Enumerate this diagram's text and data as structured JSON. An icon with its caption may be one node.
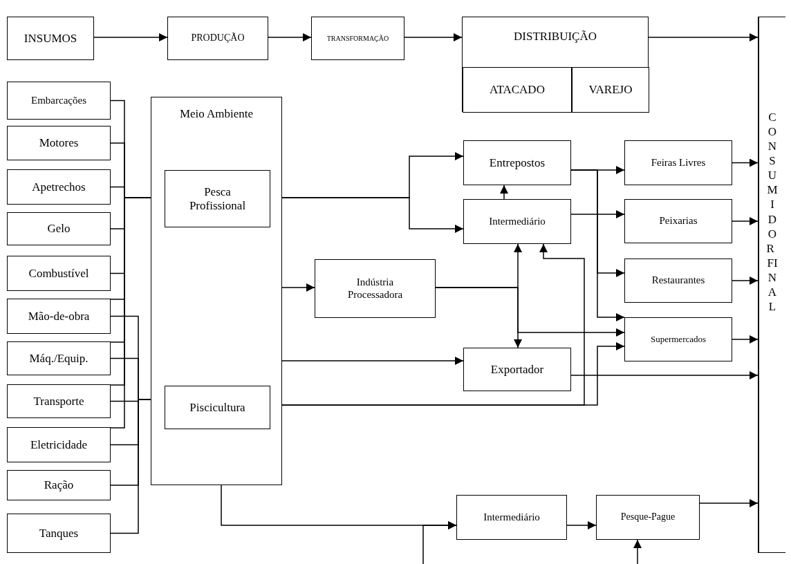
{
  "diagram": {
    "nodes": [
      {
        "text": [
          "INSUMOS"
        ]
      },
      {
        "text": [
          "PRODUÇÃO"
        ]
      },
      {
        "text": [
          "TRANSFORMAÇÃO"
        ]
      },
      {
        "text": [
          "DISTRIBUIÇÃO"
        ]
      },
      {
        "text": [
          "ATACADO"
        ],
        "in": 3
      },
      {
        "text": [
          "VAREJO"
        ],
        "in": 3
      },
      {
        "text": [
          "CONSUMIDOR FINAL"
        ]
      },
      {
        "text": [
          "Embarcações"
        ]
      },
      {
        "text": [
          "Motores"
        ]
      },
      {
        "text": [
          "Apetrechos"
        ]
      },
      {
        "text": [
          "Gelo"
        ]
      },
      {
        "text": [
          "Combustível"
        ]
      },
      {
        "text": [
          "Mão-de-obra"
        ]
      },
      {
        "text": [
          "Máq./Equip."
        ]
      },
      {
        "text": [
          "Transporte"
        ]
      },
      {
        "text": [
          "Eletricidade"
        ]
      },
      {
        "text": [
          "Ração"
        ]
      },
      {
        "text": [
          "Tanques"
        ]
      },
      {
        "text": [
          "Meio Ambiente"
        ]
      },
      {
        "text": [
          "Pesca Profissional"
        ],
        "in": 18
      },
      {
        "text": [
          "Piscicultura"
        ],
        "in": 18
      },
      {
        "text": [
          "Indústria Processadora"
        ]
      },
      {
        "text": [
          "Entrepostos"
        ]
      },
      {
        "text": [
          "Intermediário"
        ]
      },
      {
        "text": [
          "Exportador"
        ]
      },
      {
        "text": [
          "Feiras Livres"
        ]
      },
      {
        "text": [
          "Peixarias"
        ]
      },
      {
        "text": [
          "Restaurantes"
        ]
      },
      {
        "text": [
          "Supermercados"
        ]
      },
      {
        "text": [
          "Intermediário"
        ]
      },
      {
        "text": [
          "Pesque-Pague"
        ]
      }
    ],
    "edges": [
      {
        "from": 0,
        "to": 1,
        "arrow": "to"
      },
      {
        "from": 1,
        "to": 2,
        "arrow": "to"
      },
      {
        "from": 2,
        "to": 3,
        "arrow": "to"
      },
      {
        "from": 3,
        "to": 6,
        "arrow": "to"
      },
      {
        "from": 7,
        "to": 19,
        "arrow": "to"
      },
      {
        "from": 8,
        "to": 19,
        "arrow": "to"
      },
      {
        "from": 9,
        "to": 19,
        "arrow": "to"
      },
      {
        "from": 10,
        "to": 19,
        "arrow": "to"
      },
      {
        "from": 11,
        "to": 19,
        "arrow": "to"
      },
      {
        "from": 12,
        "to": 19,
        "arrow": "to"
      },
      {
        "from": 13,
        "to": 19,
        "arrow": "to"
      },
      {
        "from": 14,
        "to": 19,
        "arrow": "to"
      },
      {
        "from": 15,
        "to": 19,
        "arrow": "to"
      },
      {
        "from": 12,
        "to": 20,
        "arrow": "to"
      },
      {
        "from": 13,
        "to": 20,
        "arrow": "to"
      },
      {
        "from": 14,
        "to": 20,
        "arrow": "to"
      },
      {
        "from": 15,
        "to": 20,
        "arrow": "to"
      },
      {
        "from": 16,
        "to": 20,
        "arrow": "to"
      },
      {
        "from": 17,
        "to": 20,
        "arrow": "to"
      },
      {
        "from": 19,
        "to": 22,
        "arrow": "to"
      },
      {
        "from": 19,
        "to": 23,
        "arrow": "to"
      },
      {
        "from": 19,
        "to": 21,
        "arrow": "to"
      },
      {
        "from": 19,
        "to": 24,
        "arrow": "to"
      },
      {
        "from": 20,
        "to": 29,
        "arrow": "to"
      },
      {
        "from": 21,
        "to": 23,
        "arrow": "to"
      },
      {
        "from": 21,
        "to": 24,
        "arrow": "to"
      },
      {
        "from": 21,
        "to": 28,
        "arrow": "to"
      },
      {
        "from": 23,
        "to": 22,
        "arrow": "to"
      },
      {
        "from": 23,
        "to": 26,
        "arrow": "to"
      },
      {
        "from": 22,
        "to": 25,
        "arrow": "to"
      },
      {
        "from": 22,
        "to": 27,
        "arrow": "to"
      },
      {
        "from": 22,
        "to": 28,
        "arrow": "to"
      },
      {
        "from": 20,
        "to": 23,
        "arrow": "to"
      },
      {
        "from": 20,
        "to": 28,
        "arrow": "to"
      },
      {
        "from": 24,
        "to": 6,
        "arrow": "to"
      },
      {
        "from": 25,
        "to": 6,
        "arrow": "to"
      },
      {
        "from": 26,
        "to": 6,
        "arrow": "to"
      },
      {
        "from": 27,
        "to": 6,
        "arrow": "to"
      },
      {
        "from": 28,
        "to": 6,
        "arrow": "to"
      },
      {
        "from": 29,
        "to": 30,
        "arrow": "to"
      },
      {
        "from": 30,
        "to": 6,
        "arrow": "to"
      },
      {
        "from": null,
        "to": 29,
        "arrow": "to"
      },
      {
        "from": null,
        "to": 30,
        "arrow": "to"
      }
    ]
  }
}
